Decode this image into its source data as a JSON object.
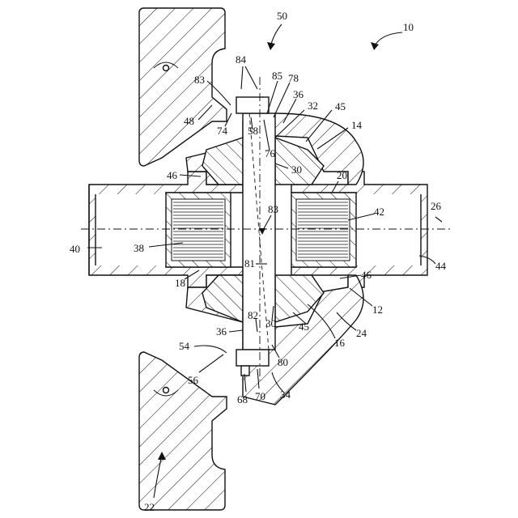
{
  "figure": {
    "colors": {
      "ink": "#111111",
      "background": "#ffffff"
    },
    "labels": {
      "l10": "10",
      "l50": "50",
      "l84": "84",
      "l85": "85",
      "l78": "78",
      "l83a": "83",
      "l36a": "36",
      "l32": "32",
      "l45a": "45",
      "l14": "14",
      "l48": "48",
      "l74": "74",
      "l58": "58",
      "l76": "76",
      "l30a": "30",
      "l46a": "46",
      "l20": "20",
      "l83b": "83",
      "l42": "42",
      "l26": "26",
      "l40": "40",
      "l38": "38",
      "l81": "81",
      "l44": "44",
      "l18": "18",
      "l46b": "46",
      "l12": "12",
      "l82": "82",
      "l36b": "36",
      "l30b": "30",
      "l45b": "45",
      "l24": "24",
      "l54": "54",
      "l16": "16",
      "l80": "80",
      "l56": "56",
      "l34": "34",
      "l68": "68",
      "l70": "70",
      "l22": "22"
    }
  }
}
